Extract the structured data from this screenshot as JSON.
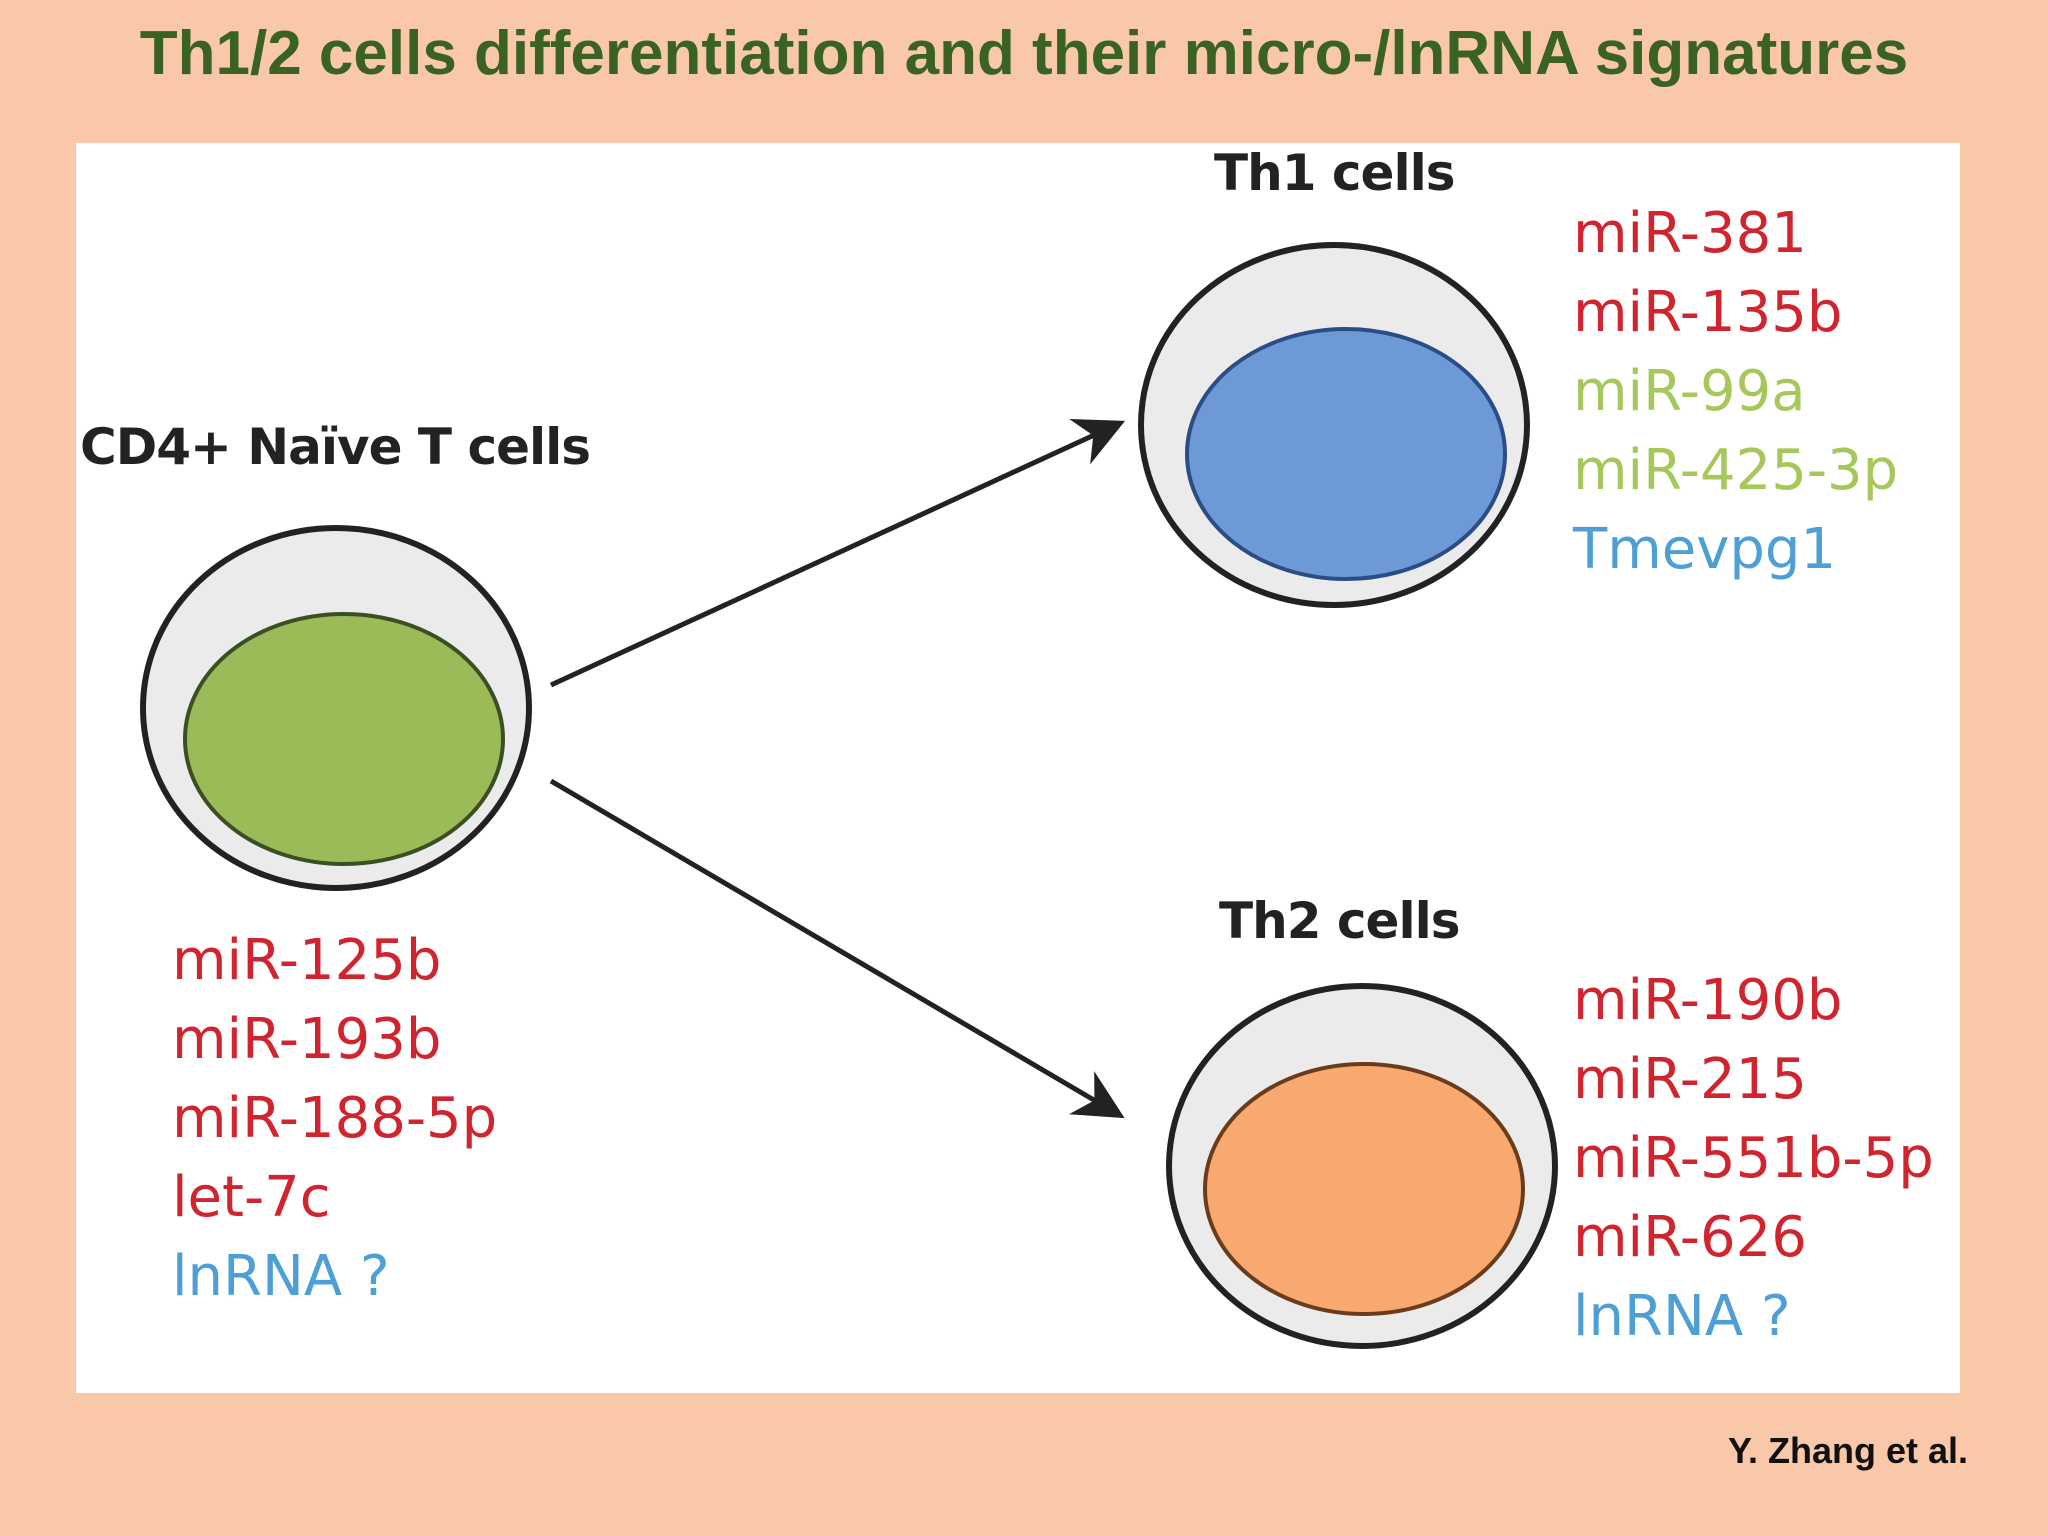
{
  "title": "Th1/2 cells differentiation and their micro-/lnRNA signatures",
  "citation": "Y. Zhang et al.",
  "colors": {
    "background": "#f8c8a9",
    "title": "#3a6323",
    "red_marker": "#d0242e",
    "green_marker": "#a6c85a",
    "blue_marker": "#4d9fd6",
    "naive_nucleus": "#9bbb59",
    "th1_nucleus": "#6d9ad6",
    "th2_nucleus": "#f7a96f"
  },
  "cells": {
    "naive": {
      "label": "CD4+ Naïve T cells",
      "markers": [
        {
          "text": "miR-125b",
          "color": "#d0242e"
        },
        {
          "text": "miR-193b",
          "color": "#d0242e"
        },
        {
          "text": "miR-188-5p",
          "color": "#d0242e"
        },
        {
          "text": "let-7c",
          "color": "#d0242e"
        },
        {
          "text": "lnRNA ?",
          "color": "#4d9fd6"
        }
      ]
    },
    "th1": {
      "label": "Th1 cells",
      "markers": [
        {
          "text": "miR-381",
          "color": "#d0242e"
        },
        {
          "text": "miR-135b",
          "color": "#d0242e"
        },
        {
          "text": "miR-99a",
          "color": "#a6c85a"
        },
        {
          "text": "miR-425-3p",
          "color": "#a6c85a"
        },
        {
          "text": "Tmevpg1",
          "color": "#4d9fd6"
        }
      ]
    },
    "th2": {
      "label": "Th2 cells",
      "markers": [
        {
          "text": "miR-190b",
          "color": "#d0242e"
        },
        {
          "text": "miR-215",
          "color": "#d0242e"
        },
        {
          "text": "miR-551b-5p",
          "color": "#d0242e"
        },
        {
          "text": "miR-626",
          "color": "#d0242e"
        },
        {
          "text": "lnRNA ?",
          "color": "#4d9fd6"
        }
      ]
    }
  }
}
